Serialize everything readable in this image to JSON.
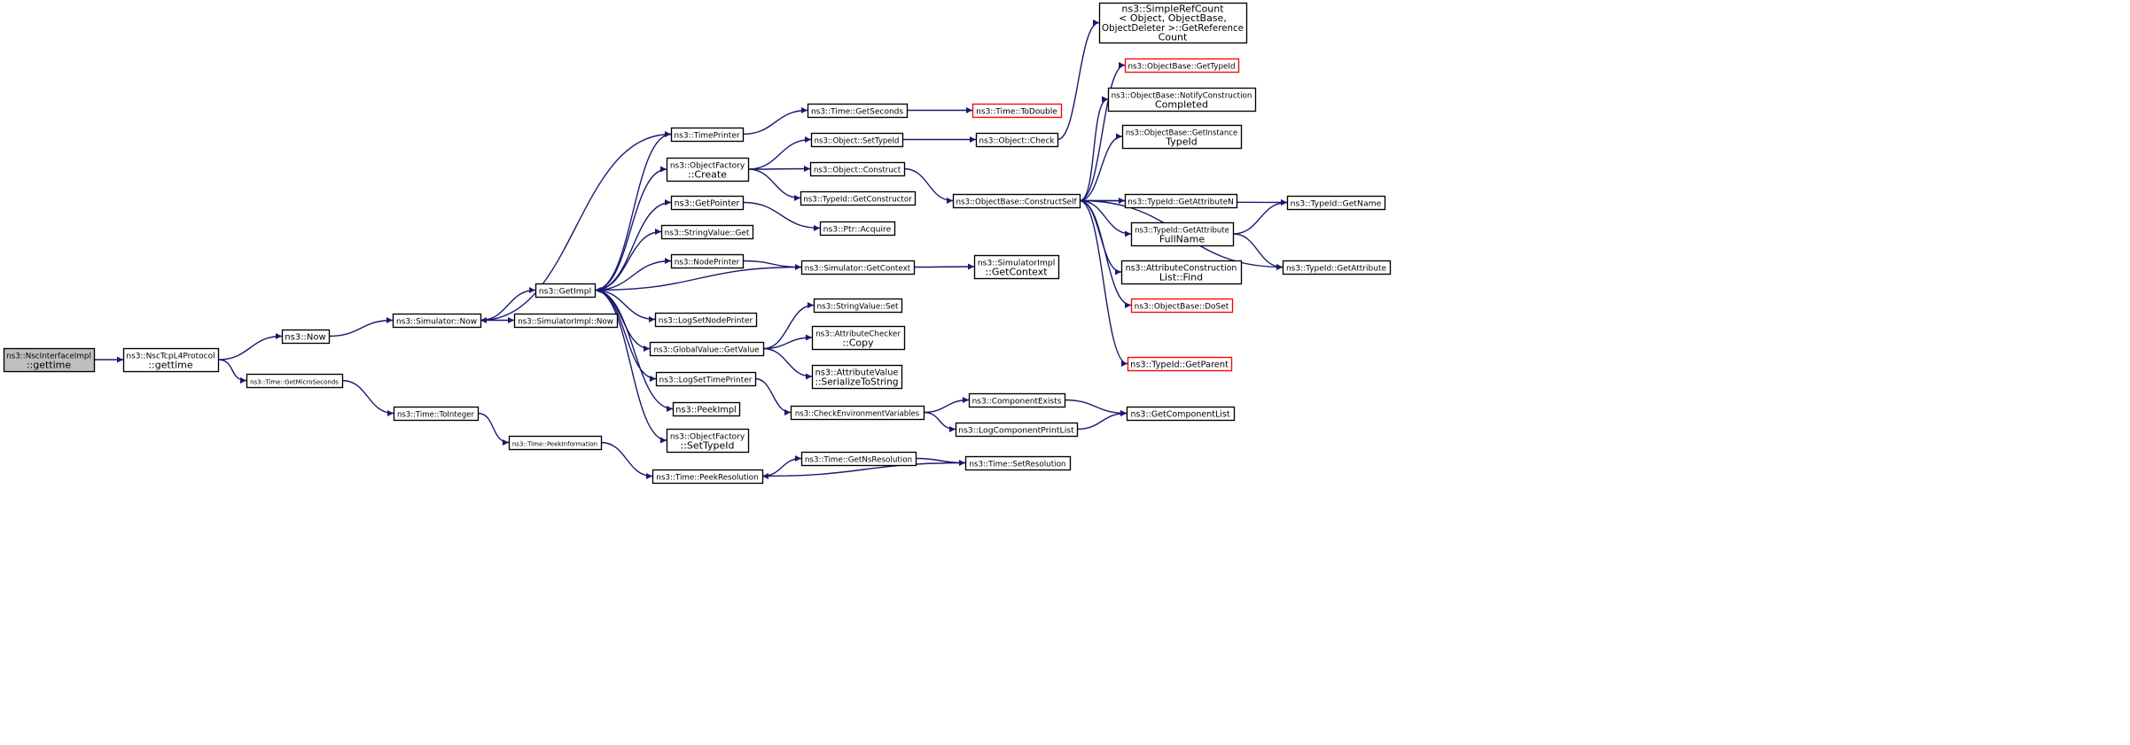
{
  "colors": {
    "edge": "#191970",
    "node_border": "#000000",
    "node_border_incomplete": "#ff0000",
    "root_fill": "#bfbfbf",
    "node_fill": "#ffffff"
  },
  "nodes": [
    {
      "id": "n0",
      "lines": [
        "ns3::NscInterfaceImpl",
        "::gettime"
      ],
      "style": "root"
    },
    {
      "id": "n1",
      "lines": [
        "ns3::NscTcpL4Protocol",
        "::gettime"
      ]
    },
    {
      "id": "n2",
      "lines": [
        "ns3::Now"
      ]
    },
    {
      "id": "n3",
      "lines": [
        "ns3::Time::GetMicroSeconds"
      ]
    },
    {
      "id": "n4",
      "lines": [
        "ns3::Simulator::Now"
      ]
    },
    {
      "id": "n5",
      "lines": [
        "ns3::Time::ToInteger"
      ]
    },
    {
      "id": "n6",
      "lines": [
        "ns3::Time::PeekInformation"
      ]
    },
    {
      "id": "n7",
      "lines": [
        "ns3::SimulatorImpl::Now"
      ]
    },
    {
      "id": "n8",
      "lines": [
        "ns3::GetImpl"
      ]
    },
    {
      "id": "n9",
      "lines": [
        "ns3::TimePrinter"
      ]
    },
    {
      "id": "n10",
      "lines": [
        "ns3::ObjectFactory",
        "::Create"
      ]
    },
    {
      "id": "n11",
      "lines": [
        "ns3::GetPointer"
      ]
    },
    {
      "id": "n12",
      "lines": [
        "ns3::StringValue::Get"
      ]
    },
    {
      "id": "n13",
      "lines": [
        "ns3::NodePrinter"
      ]
    },
    {
      "id": "n14",
      "lines": [
        "ns3::LogSetNodePrinter"
      ]
    },
    {
      "id": "n15",
      "lines": [
        "ns3::GlobalValue::GetValue"
      ]
    },
    {
      "id": "n16",
      "lines": [
        "ns3::LogSetTimePrinter"
      ]
    },
    {
      "id": "n17",
      "lines": [
        "ns3::PeekImpl"
      ]
    },
    {
      "id": "n18",
      "lines": [
        "ns3::ObjectFactory",
        "::SetTypeId"
      ]
    },
    {
      "id": "n19",
      "lines": [
        "ns3::Time::PeekResolution"
      ]
    },
    {
      "id": "n20",
      "lines": [
        "ns3::Time::GetSeconds"
      ]
    },
    {
      "id": "n21",
      "lines": [
        "ns3::Object::SetTypeId"
      ]
    },
    {
      "id": "n22",
      "lines": [
        "ns3::Object::Construct"
      ]
    },
    {
      "id": "n23",
      "lines": [
        "ns3::TypeId::GetConstructor"
      ]
    },
    {
      "id": "n24",
      "lines": [
        "ns3::Ptr::Acquire"
      ]
    },
    {
      "id": "n25",
      "lines": [
        "ns3::Simulator::GetContext"
      ]
    },
    {
      "id": "n26",
      "lines": [
        "ns3::StringValue::Set"
      ]
    },
    {
      "id": "n27",
      "lines": [
        "ns3::AttributeChecker",
        "::Copy"
      ]
    },
    {
      "id": "n28",
      "lines": [
        "ns3::AttributeValue",
        "::SerializeToString"
      ]
    },
    {
      "id": "n29",
      "lines": [
        "ns3::CheckEnvironmentVariables"
      ]
    },
    {
      "id": "n30",
      "lines": [
        "ns3::Time::GetNsResolution"
      ]
    },
    {
      "id": "n31",
      "lines": [
        "ns3::Time::ToDouble"
      ],
      "style": "incomplete"
    },
    {
      "id": "n32",
      "lines": [
        "ns3::Object::Check"
      ]
    },
    {
      "id": "n33",
      "lines": [
        "ns3::ObjectBase::ConstructSelf"
      ]
    },
    {
      "id": "n34",
      "lines": [
        "ns3::SimulatorImpl",
        "::GetContext"
      ]
    },
    {
      "id": "n35",
      "lines": [
        "ns3::ComponentExists"
      ]
    },
    {
      "id": "n36",
      "lines": [
        "ns3::LogComponentPrintList"
      ]
    },
    {
      "id": "n37",
      "lines": [
        "ns3::Time::SetResolution"
      ]
    },
    {
      "id": "n38",
      "lines": [
        "ns3::SimpleRefCount",
        "< Object, ObjectBase,",
        " ObjectDeleter >::GetReference",
        "Count"
      ]
    },
    {
      "id": "n39",
      "lines": [
        "ns3::ObjectBase::GetTypeId"
      ],
      "style": "incomplete"
    },
    {
      "id": "n40",
      "lines": [
        "ns3::ObjectBase::NotifyConstruction",
        "Completed"
      ]
    },
    {
      "id": "n41",
      "lines": [
        "ns3::ObjectBase::GetInstance",
        "TypeId"
      ]
    },
    {
      "id": "n42",
      "lines": [
        "ns3::TypeId::GetAttributeN"
      ]
    },
    {
      "id": "n43",
      "lines": [
        "ns3::TypeId::GetAttribute",
        "FullName"
      ]
    },
    {
      "id": "n44",
      "lines": [
        "ns3::AttributeConstruction",
        "List::Find"
      ]
    },
    {
      "id": "n45",
      "lines": [
        "ns3::ObjectBase::DoSet"
      ],
      "style": "incomplete"
    },
    {
      "id": "n46",
      "lines": [
        "ns3::TypeId::GetParent"
      ],
      "style": "incomplete"
    },
    {
      "id": "n47",
      "lines": [
        "ns3::GetComponentList"
      ]
    },
    {
      "id": "n48",
      "lines": [
        "ns3::TypeId::GetName"
      ]
    },
    {
      "id": "n49",
      "lines": [
        "ns3::TypeId::GetAttribute"
      ]
    }
  ],
  "edges": [
    [
      "n0",
      "n1"
    ],
    [
      "n1",
      "n2"
    ],
    [
      "n1",
      "n3"
    ],
    [
      "n2",
      "n4"
    ],
    [
      "n3",
      "n5"
    ],
    [
      "n5",
      "n6"
    ],
    [
      "n6",
      "n19"
    ],
    [
      "n4",
      "n7"
    ],
    [
      "n4",
      "n8"
    ],
    [
      "n8",
      "n9"
    ],
    [
      "n8",
      "n10"
    ],
    [
      "n8",
      "n11"
    ],
    [
      "n8",
      "n12"
    ],
    [
      "n8",
      "n13"
    ],
    [
      "n8",
      "n14"
    ],
    [
      "n8",
      "n15"
    ],
    [
      "n8",
      "n16"
    ],
    [
      "n8",
      "n17"
    ],
    [
      "n8",
      "n18"
    ],
    [
      "n9",
      "n4"
    ],
    [
      "n9",
      "n20"
    ],
    [
      "n20",
      "n31"
    ],
    [
      "n10",
      "n21"
    ],
    [
      "n10",
      "n22"
    ],
    [
      "n10",
      "n23"
    ],
    [
      "n21",
      "n32"
    ],
    [
      "n32",
      "n38"
    ],
    [
      "n22",
      "n33"
    ],
    [
      "n11",
      "n24"
    ],
    [
      "n13",
      "n25"
    ],
    [
      "n25",
      "n8"
    ],
    [
      "n25",
      "n34"
    ],
    [
      "n15",
      "n26"
    ],
    [
      "n15",
      "n27"
    ],
    [
      "n15",
      "n28"
    ],
    [
      "n16",
      "n29"
    ],
    [
      "n29",
      "n35"
    ],
    [
      "n29",
      "n36"
    ],
    [
      "n35",
      "n47"
    ],
    [
      "n36",
      "n47"
    ],
    [
      "n19",
      "n30"
    ],
    [
      "n30",
      "n37"
    ],
    [
      "n37",
      "n19"
    ],
    [
      "n33",
      "n39"
    ],
    [
      "n33",
      "n40"
    ],
    [
      "n33",
      "n41"
    ],
    [
      "n33",
      "n42"
    ],
    [
      "n33",
      "n43"
    ],
    [
      "n33",
      "n44"
    ],
    [
      "n33",
      "n45"
    ],
    [
      "n33",
      "n46"
    ],
    [
      "n33",
      "n48"
    ],
    [
      "n33",
      "n49"
    ],
    [
      "n43",
      "n48"
    ],
    [
      "n43",
      "n49"
    ]
  ]
}
